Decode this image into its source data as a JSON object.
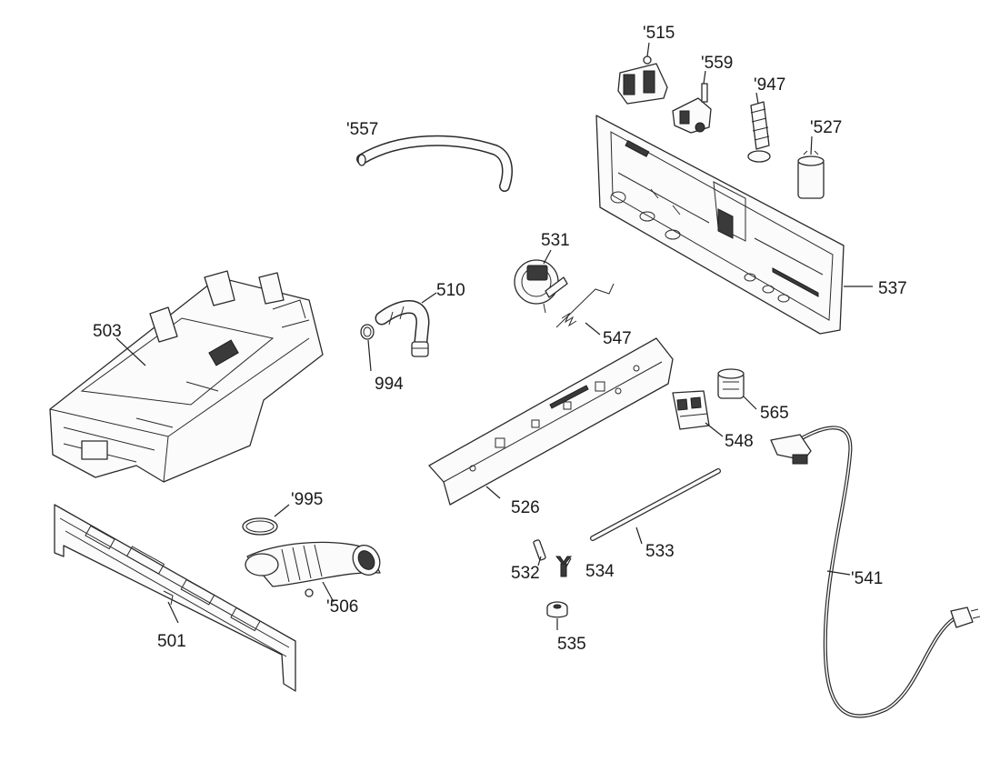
{
  "callouts": {
    "c501": "501",
    "c503": "503",
    "c506": "'506",
    "c510": "510",
    "c515": "'515",
    "c526": "526",
    "c527": "'527",
    "c531": "531",
    "c532": "532",
    "c533": "533",
    "c534": "534",
    "c535": "535",
    "c537": "537",
    "c541": "'541",
    "c547": "547",
    "c548": "548",
    "c557": "'557",
    "c559": "'559",
    "c565": "565",
    "c947": "'947",
    "c994": "994",
    "c995": "'995"
  }
}
